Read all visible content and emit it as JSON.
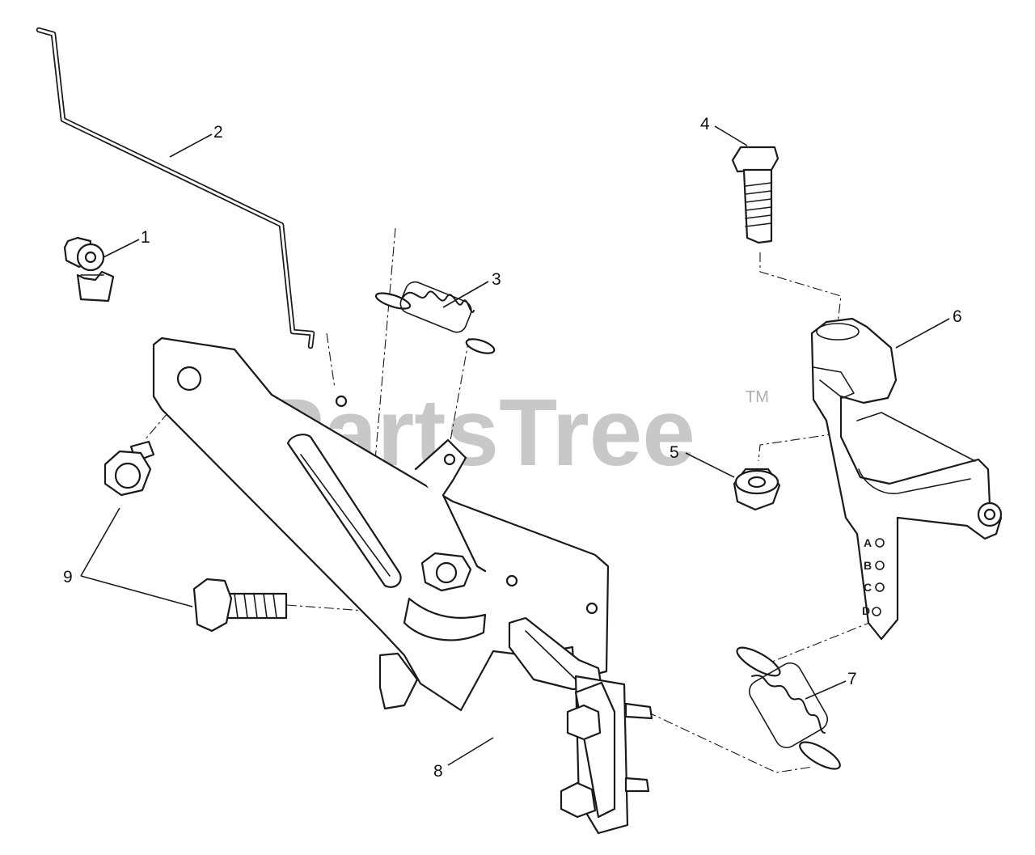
{
  "callouts": {
    "c1": "1",
    "c2": "2",
    "c3": "3",
    "c4": "4",
    "c5": "5",
    "c6": "6",
    "c7": "7",
    "c8": "8",
    "c9": "9"
  },
  "hole_letters": [
    "A",
    "B",
    "C",
    "D"
  ],
  "watermark": {
    "brand": "PartsTree",
    "trademark": "TM"
  }
}
